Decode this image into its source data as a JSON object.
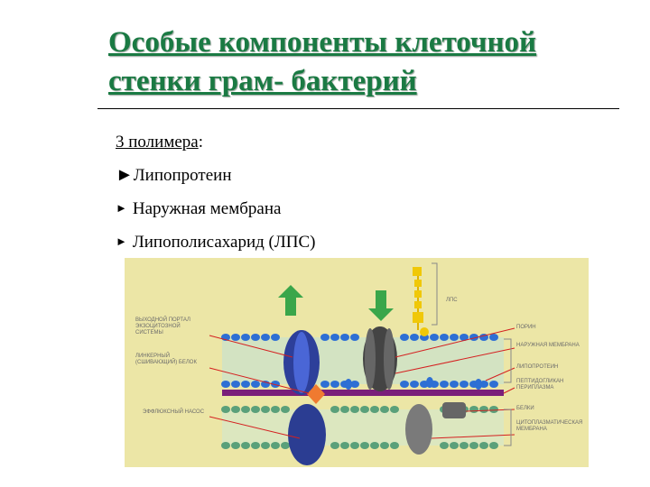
{
  "slide": {
    "title": "Особые компоненты клеточной стенки грам- бактерий",
    "intro_underlined": "3 полимера",
    "intro_suffix": ":",
    "bullets": [
      "Липопротеин",
      "Наружная мембрана",
      "Липополисахарид (ЛПС)"
    ]
  },
  "figure": {
    "labels_left": [
      "выходной портал экзоцитозной системы",
      "линкерный (сшивающий) белок",
      "эффлюксный насос"
    ],
    "labels_right": [
      "ЛПС",
      "порин",
      "наружная мембрана",
      "липопротеин",
      "пептидогликан периплазма",
      "белки",
      "цитоплазматическая мембрана"
    ]
  },
  "colors": {
    "title": "#1a7a43",
    "figure_background": "#ece6a6",
    "head_blue": "#2e6fd4",
    "tail_green": "#5aa07a",
    "peptidoglycan": "#7a1f7a",
    "porin_gray": "#555555",
    "export_arrow_green": "#3aa64a",
    "leader_line_red": "#d42020"
  }
}
